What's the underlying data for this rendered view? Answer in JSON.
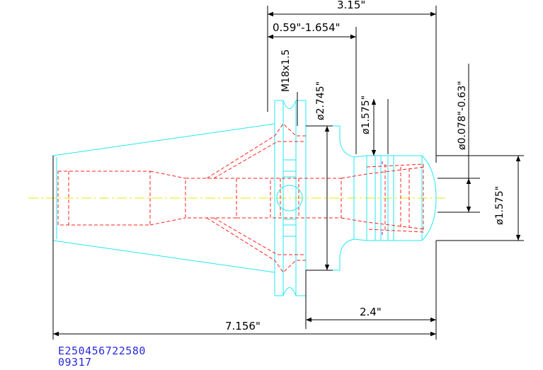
{
  "dimensions": {
    "overall_length": "3.15\"",
    "gauge_range": "0.59\"-1.654\"",
    "thread": "M18x1.5",
    "flange_dia": "ø2.745\"",
    "body_dia": "ø1.575\"",
    "bore_range": "ø0.078\"-0.63\"",
    "nose_dia": "ø1.575\"",
    "projection": "2.4\"",
    "total_length": "7.156\""
  },
  "part_code": {
    "line1": "E250456722580",
    "line2": "09317"
  },
  "colors": {
    "outline": "#22e8f0",
    "hidden": "#ff2020",
    "centerline": "#e8e800",
    "dimension": "#000000",
    "code_text": "#2a2ad8"
  }
}
